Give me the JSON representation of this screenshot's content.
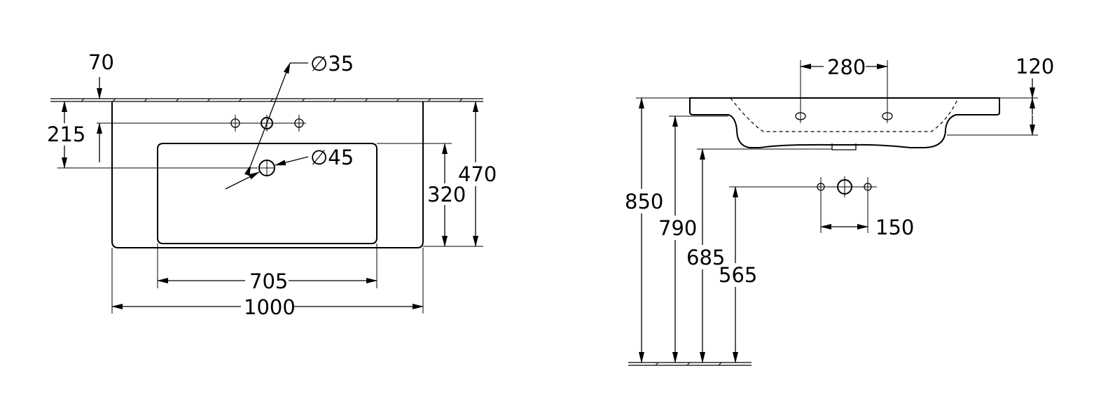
{
  "drawing": {
    "plan_view": {
      "depth_from_wall": "70",
      "tap_hole_diameter": "∅35",
      "tap_hole_offset": "215",
      "waste_diameter": "∅45",
      "bowl_depth": "320",
      "overall_depth": "470",
      "bowl_width": "705",
      "overall_width": "1000"
    },
    "side_view": {
      "tap_hole_spacing": "280",
      "basin_height": "120",
      "floor_to_top": "850",
      "floor_to_underside": "790",
      "floor_to_waste": "685",
      "floor_to_outlet": "565",
      "outlet_spacing": "150"
    }
  }
}
